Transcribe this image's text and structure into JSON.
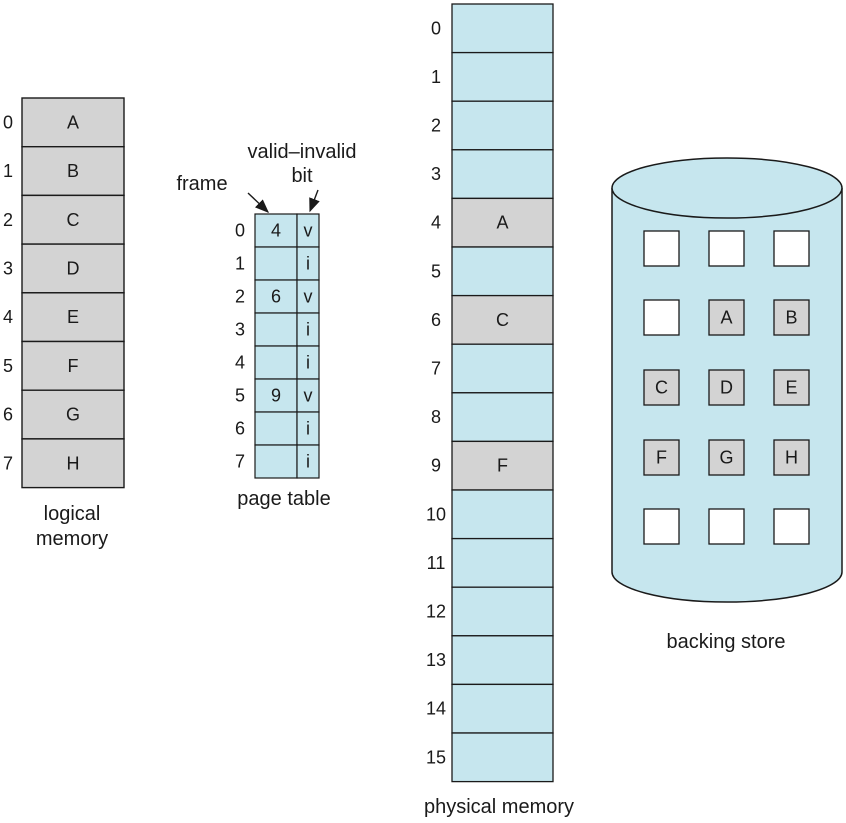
{
  "logical_memory": {
    "caption_lines": [
      "logical",
      "memory"
    ],
    "entries": [
      {
        "index": "0",
        "label": "A"
      },
      {
        "index": "1",
        "label": "B"
      },
      {
        "index": "2",
        "label": "C"
      },
      {
        "index": "3",
        "label": "D"
      },
      {
        "index": "4",
        "label": "E"
      },
      {
        "index": "5",
        "label": "F"
      },
      {
        "index": "6",
        "label": "G"
      },
      {
        "index": "7",
        "label": "H"
      }
    ]
  },
  "page_table": {
    "caption": "page table",
    "frame_label": "frame",
    "valid_invalid_label_lines": [
      "valid–invalid",
      "bit"
    ],
    "rows": [
      {
        "index": "0",
        "frame": "4",
        "bit": "v"
      },
      {
        "index": "1",
        "frame": "",
        "bit": "i"
      },
      {
        "index": "2",
        "frame": "6",
        "bit": "v"
      },
      {
        "index": "3",
        "frame": "",
        "bit": "i"
      },
      {
        "index": "4",
        "frame": "",
        "bit": "i"
      },
      {
        "index": "5",
        "frame": "9",
        "bit": "v"
      },
      {
        "index": "6",
        "frame": "",
        "bit": "i"
      },
      {
        "index": "7",
        "frame": "",
        "bit": "i"
      }
    ]
  },
  "physical_memory": {
    "caption": "physical memory",
    "frames": [
      {
        "index": "0",
        "label": ""
      },
      {
        "index": "1",
        "label": ""
      },
      {
        "index": "2",
        "label": ""
      },
      {
        "index": "3",
        "label": ""
      },
      {
        "index": "4",
        "label": "A"
      },
      {
        "index": "5",
        "label": ""
      },
      {
        "index": "6",
        "label": "C"
      },
      {
        "index": "7",
        "label": ""
      },
      {
        "index": "8",
        "label": ""
      },
      {
        "index": "9",
        "label": "F"
      },
      {
        "index": "10",
        "label": ""
      },
      {
        "index": "11",
        "label": ""
      },
      {
        "index": "12",
        "label": ""
      },
      {
        "index": "13",
        "label": ""
      },
      {
        "index": "14",
        "label": ""
      },
      {
        "index": "15",
        "label": ""
      }
    ]
  },
  "backing_store": {
    "caption": "backing store",
    "grid": [
      [
        "",
        "",
        ""
      ],
      [
        "",
        "A",
        "B"
      ],
      [
        "C",
        "D",
        "E"
      ],
      [
        "F",
        "G",
        "H"
      ],
      [
        "",
        "",
        ""
      ]
    ]
  },
  "colors": {
    "light_blue": "#c6e6ee",
    "gray": "#d3d3d3",
    "stroke": "#1a1a1a",
    "empty_square": "#ffffff"
  }
}
